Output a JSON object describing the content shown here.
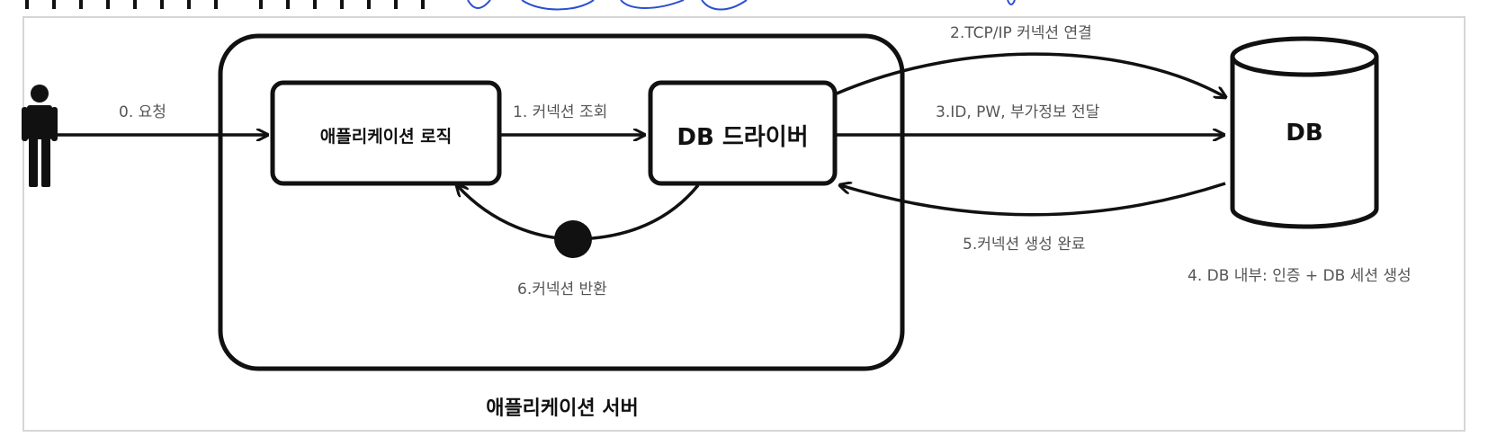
{
  "diagram": {
    "container_label": "애플리케이션 서버",
    "nodes": {
      "app_logic": "애플리케이션 로직",
      "db_driver": "DB 드라이버",
      "db": "DB"
    },
    "edges": {
      "request": "0. 요청",
      "conn_lookup": "1. 커넥션 조회",
      "tcp_connect": "2.TCP/IP 커넥션 연결",
      "send_credentials": "3.ID, PW, 부가정보 전달",
      "db_internal": "4. DB 내부: 인증 + DB 세션 생성",
      "conn_created": "5.커넥션 생성 완료",
      "conn_return": "6.커넥션 반환"
    }
  }
}
